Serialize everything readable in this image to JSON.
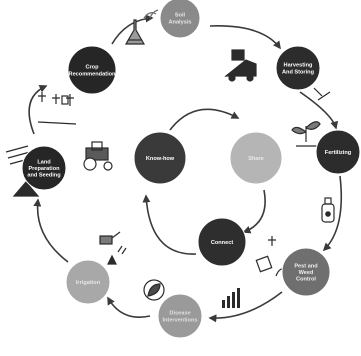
{
  "outer_cycle": [
    {
      "id": "soil-analysis",
      "label": "Soil Analysis",
      "fill": "#8a8a8a",
      "text_color": "#e6e6e6"
    },
    {
      "id": "harvesting-and-storing",
      "label": "Harvesting And Storing",
      "fill": "#2c2c2c",
      "text_color": "#ffffff"
    },
    {
      "id": "fertilizing",
      "label": "Fertilizing",
      "fill": "#2c2c2c",
      "text_color": "#ffffff"
    },
    {
      "id": "pest-and-weed-control",
      "label": "Pest and Weed Control",
      "fill": "#6f6f6f",
      "text_color": "#f0f0f0"
    },
    {
      "id": "disease-interventions",
      "label": "Disease Interventions",
      "fill": "#9a9a9a",
      "text_color": "#e0e0e0"
    },
    {
      "id": "irrigation",
      "label": "Irrigation",
      "fill": "#a8a8a8",
      "text_color": "#e6e6e6"
    },
    {
      "id": "land-preparation-and-seeding",
      "label": "Land Preparation and Seeding",
      "fill": "#262626",
      "text_color": "#ffffff"
    },
    {
      "id": "crop-recommendation",
      "label": "Crop Recommendation",
      "fill": "#262626",
      "text_color": "#ffffff"
    }
  ],
  "inner_cycle": [
    {
      "id": "know-how",
      "label": "Know-how",
      "fill": "#3a3a3a",
      "text_color": "#ffffff"
    },
    {
      "id": "share",
      "label": "Share",
      "fill": "#b5b5b5",
      "text_color": "#e8e8e8"
    },
    {
      "id": "connect",
      "label": "Connect",
      "fill": "#2e2e2e",
      "text_color": "#ffffff"
    }
  ],
  "colors": {
    "arrow": "#3a3a3a",
    "icon": "#2b2b2b",
    "icon_light": "#7a7a7a"
  }
}
